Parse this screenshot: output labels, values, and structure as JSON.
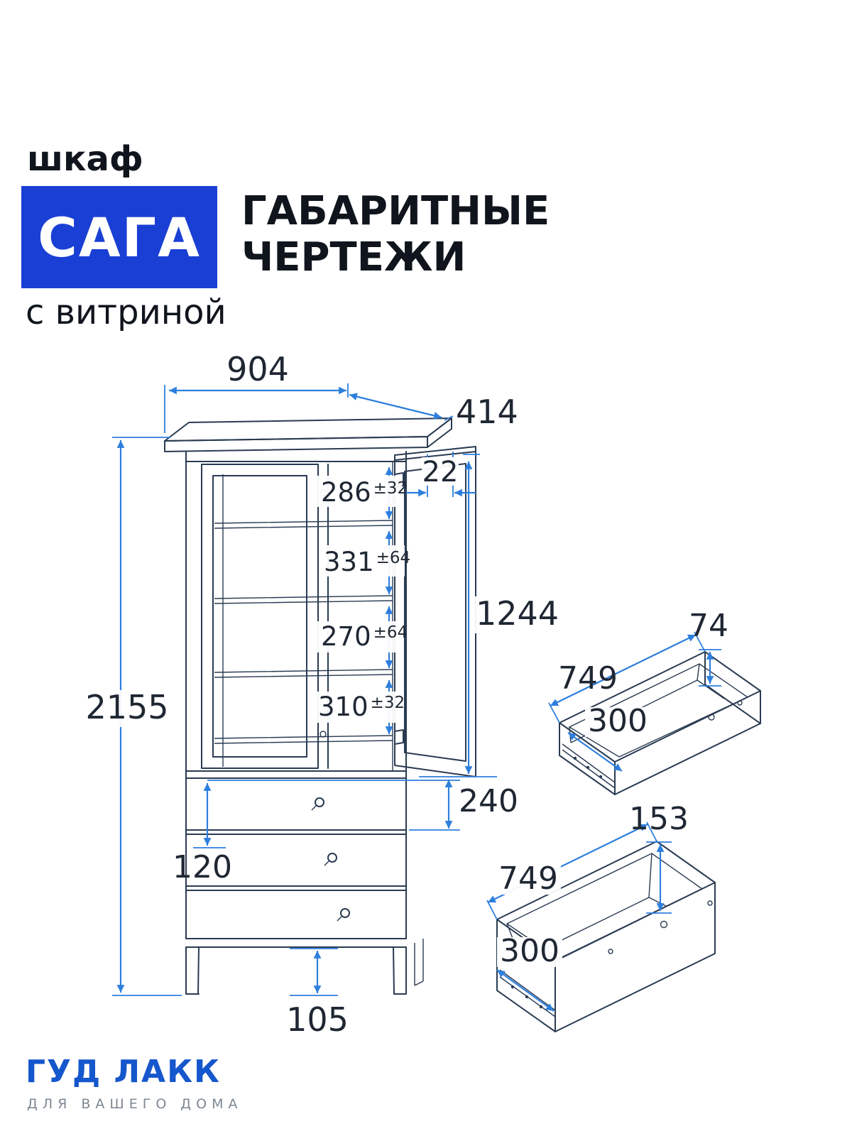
{
  "header": {
    "category": "шкаф",
    "name": "САГА",
    "title_line1": "ГАБАРИТНЫЕ",
    "title_line2": "ЧЕРТЕЖИ",
    "subtitle": "с витриной"
  },
  "dims": {
    "width": "904",
    "depth": "414",
    "door_thickness": "22",
    "gap1": "286",
    "gap1_tol": "±32",
    "gap2": "331",
    "gap2_tol": "±64",
    "gap3": "270",
    "gap3_tol": "±64",
    "gap4": "310",
    "gap4_tol": "±32",
    "door_height": "1244",
    "total_height": "2155",
    "drawer_front": "240",
    "gap_bottom": "120",
    "leg_height": "105"
  },
  "top_drawer": {
    "length": "749",
    "height": "74",
    "depth": "300"
  },
  "bottom_drawer": {
    "length": "749",
    "height": "153",
    "depth": "300"
  },
  "footer": {
    "brand": "ГУД ЛАКК",
    "tagline": "ДЛЯ ВАШЕГО ДОМА"
  },
  "colors": {
    "accent": "#1a3fd4",
    "dimension": "#2e7fdd",
    "line": "#2a3b52"
  }
}
